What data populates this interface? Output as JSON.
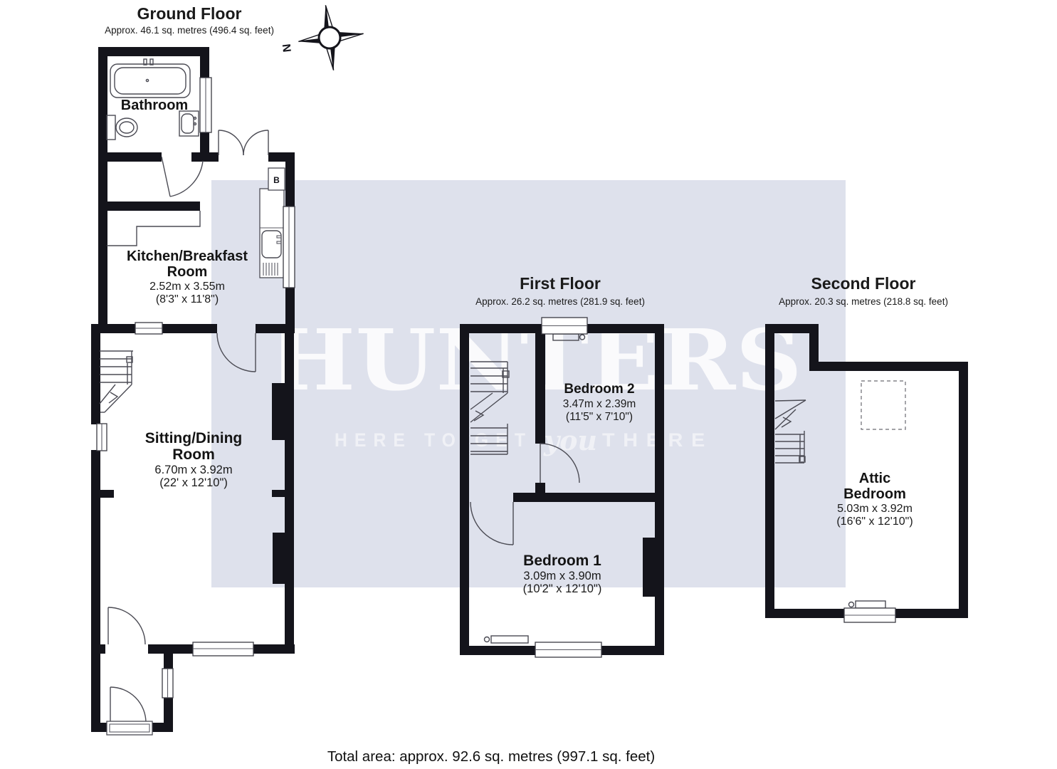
{
  "ground_floor": {
    "title": "Ground Floor",
    "subtitle": "Approx. 46.1 sq. metres (496.4 sq. feet)",
    "rooms": {
      "bathroom": {
        "name": "Bathroom"
      },
      "kitchen": {
        "name_line1": "Kitchen/Breakfast",
        "name_line2": "Room",
        "dims_metric": "2.52m x 3.55m",
        "dims_imperial": "(8'3\" x 11'8\")"
      },
      "sitting": {
        "name_line1": "Sitting/Dining",
        "name_line2": "Room",
        "dims_metric": "6.70m x 3.92m",
        "dims_imperial": "(22' x 12'10\")"
      }
    },
    "boiler_label": "B"
  },
  "first_floor": {
    "title": "First Floor",
    "subtitle": "Approx. 26.2 sq. metres (281.9 sq. feet)",
    "rooms": {
      "bedroom2": {
        "name": "Bedroom 2",
        "dims_metric": "3.47m x 2.39m",
        "dims_imperial": "(11'5\" x 7'10\")"
      },
      "bedroom1": {
        "name": "Bedroom 1",
        "dims_metric": "3.09m x 3.90m",
        "dims_imperial": "(10'2\" x 12'10\")"
      }
    }
  },
  "second_floor": {
    "title": "Second Floor",
    "subtitle": "Approx. 20.3 sq. metres (218.8 sq. feet)",
    "rooms": {
      "attic": {
        "name_line1": "Attic",
        "name_line2": "Bedroom",
        "dims_metric": "5.03m x 3.92m",
        "dims_imperial": "(16'6\" x 12'10\")"
      }
    }
  },
  "compass": {
    "north_label": "N"
  },
  "watermark": {
    "brand": "HUNTERS",
    "tagline_pre": "HERE TO GET",
    "tagline_script": "you",
    "tagline_post": "THERE",
    "panel_color": "#dee1ec"
  },
  "footer": {
    "total_area": "Total area: approx. 92.6 sq. metres (997.1 sq. feet)"
  },
  "colors": {
    "wall": "#14141b",
    "thin_line": "#4b4b54",
    "text": "#1a1a1a",
    "watermark_panel": "#dee1ec",
    "watermark_text": "#ffffff"
  }
}
